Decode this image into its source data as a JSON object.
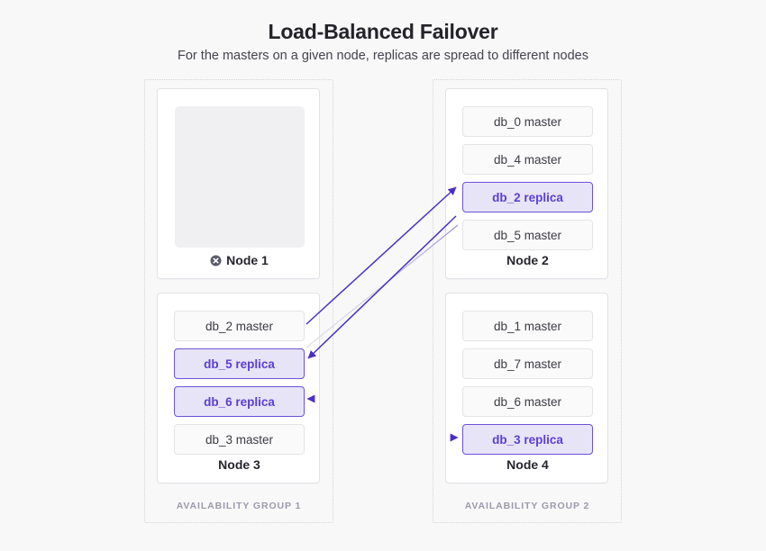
{
  "header": {
    "title": "Load-Balanced Failover",
    "subtitle": "For the masters on a given node, replicas are spread to different nodes"
  },
  "colors": {
    "background": "#f8f8f9",
    "accent_purple": "#5b3fd0",
    "replica_border": "#6d51d8",
    "replica_fill": "#e7e4f8",
    "master_fill": "#fafafa",
    "master_border": "#e4e4e8",
    "node_border": "#e2e2e6",
    "group_border": "#d3d3d8",
    "group_label": "#9a9aac",
    "placeholder_fill": "#f0f0f2",
    "connector_grey": "#d9d9de",
    "fail_icon": "#5c5c6b"
  },
  "groups": [
    {
      "id": "group-1",
      "label": "AVAILABILITY GROUP 1"
    },
    {
      "id": "group-2",
      "label": "AVAILABILITY GROUP 2"
    }
  ],
  "nodes": [
    {
      "id": "node-1",
      "label": "Node 1",
      "failed": true,
      "icon": "x-circle-icon",
      "databases": []
    },
    {
      "id": "node-2",
      "label": "Node 2",
      "failed": false,
      "databases": [
        {
          "label": "db_0 master",
          "role": "master"
        },
        {
          "label": "db_4 master",
          "role": "master"
        },
        {
          "label": "db_2 replica",
          "role": "replica"
        },
        {
          "label": "db_5 master",
          "role": "master"
        }
      ]
    },
    {
      "id": "node-3",
      "label": "Node 3",
      "failed": false,
      "databases": [
        {
          "label": "db_2 master",
          "role": "master"
        },
        {
          "label": "db_5 replica",
          "role": "replica"
        },
        {
          "label": "db_6 replica",
          "role": "replica"
        },
        {
          "label": "db_3 master",
          "role": "master"
        }
      ]
    },
    {
      "id": "node-4",
      "label": "Node 4",
      "failed": false,
      "databases": [
        {
          "label": "db_1 master",
          "role": "master"
        },
        {
          "label": "db_7 master",
          "role": "master"
        },
        {
          "label": "db_6 master",
          "role": "master"
        },
        {
          "label": "db_3 replica",
          "role": "replica"
        }
      ]
    }
  ],
  "connectors": [
    {
      "name": "db_5-master-to-db_5-replica",
      "from": "node-2.db_5 master",
      "to": "node-3.db_5 replica",
      "style": "purple-arrow"
    },
    {
      "name": "db_2-master-to-db_2-replica",
      "from": "node-3.db_2 master",
      "to": "node-2.db_2 replica",
      "style": "grey-to-purple-arrow"
    },
    {
      "name": "db_6-master-to-db_6-replica",
      "from": "node-4.db_6 master",
      "to": "node-3.db_6 replica",
      "style": "grey-to-purple-arrow"
    },
    {
      "name": "db_3-master-to-db_3-replica",
      "from": "node-3.db_3 master",
      "to": "node-4.db_3 replica",
      "style": "grey-to-purple-arrow"
    }
  ]
}
